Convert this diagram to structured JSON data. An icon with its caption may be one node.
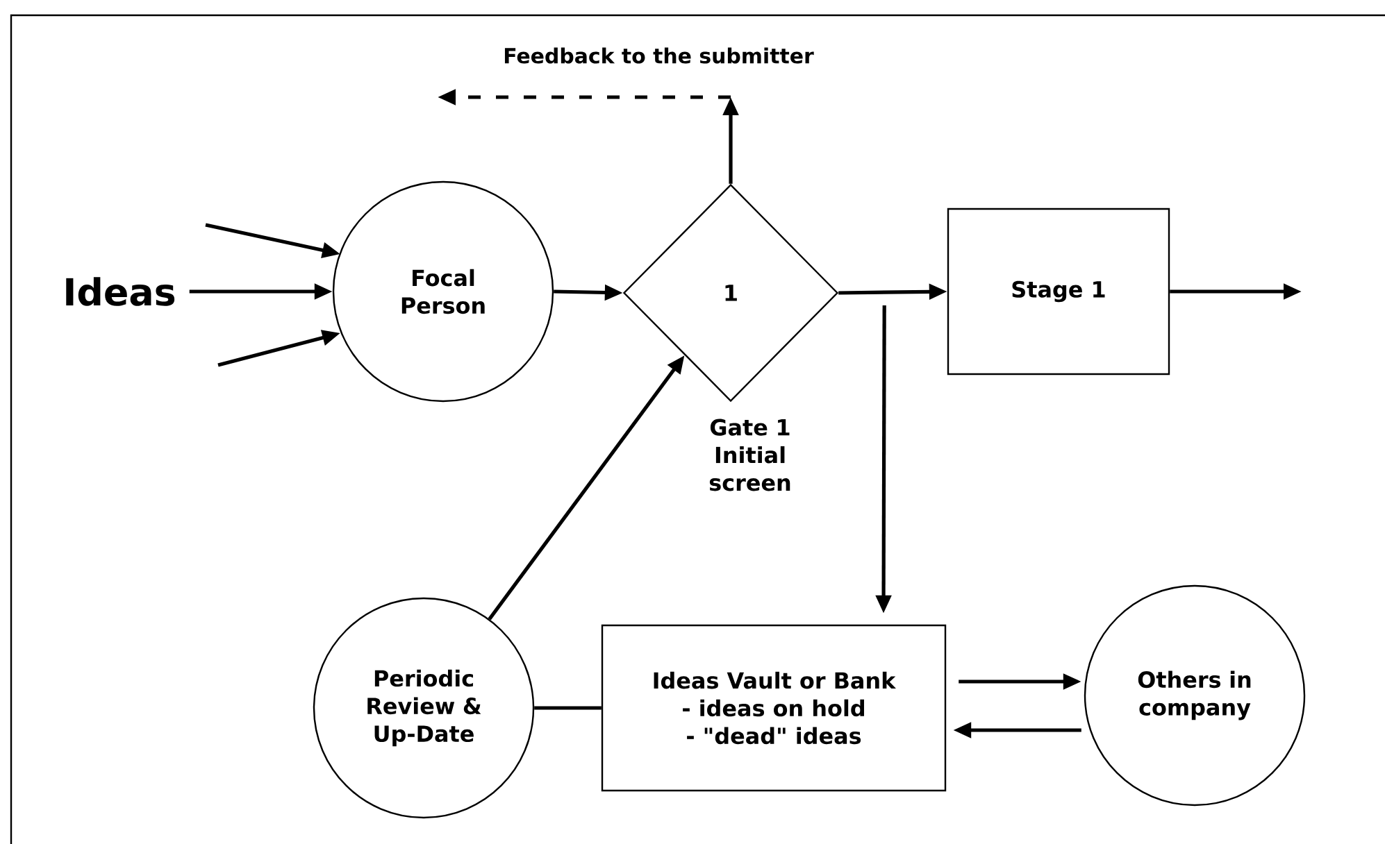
{
  "diagram": {
    "nodes": [
      {
        "text": [
          "Ideas"
        ]
      },
      {
        "text": [
          "Focal Person"
        ]
      },
      {
        "text": [
          "1"
        ],
        "beside": [
          "Gate 1 Initial screen"
        ]
      },
      {
        "text": [
          "Stage 1"
        ]
      },
      {
        "text": [
          "Periodic Review & Up-Date"
        ]
      },
      {
        "text": [
          "Ideas Vault or Bank",
          "- ideas on hold",
          "- \"dead\" ideas"
        ]
      },
      {
        "text": [
          "Others in company"
        ]
      },
      {
        "text": [
          "Feedback to the submitter"
        ]
      }
    ],
    "edges": [
      {
        "from": null,
        "to": 1,
        "arrow": "to"
      },
      {
        "from": 0,
        "to": 1,
        "arrow": "to"
      },
      {
        "from": null,
        "to": 1,
        "arrow": "to"
      },
      {
        "from": 1,
        "to": 2,
        "arrow": "to"
      },
      {
        "from": 2,
        "to": 3,
        "arrow": "to"
      },
      {
        "from": 3,
        "to": null,
        "arrow": "to"
      },
      {
        "from": 2,
        "to": null,
        "arrow": "to"
      },
      {
        "from": 7,
        "to": null,
        "arrow": "to",
        "style": "dashed"
      },
      {
        "from": 4,
        "to": 2,
        "arrow": "to"
      },
      {
        "from": 2,
        "to": 5,
        "arrow": "to"
      },
      {
        "from": 4,
        "to": 5,
        "arrow": "none"
      },
      {
        "from": 5,
        "to": 6,
        "arrow": "to"
      },
      {
        "from": 6,
        "to": 5,
        "arrow": "to"
      }
    ]
  }
}
